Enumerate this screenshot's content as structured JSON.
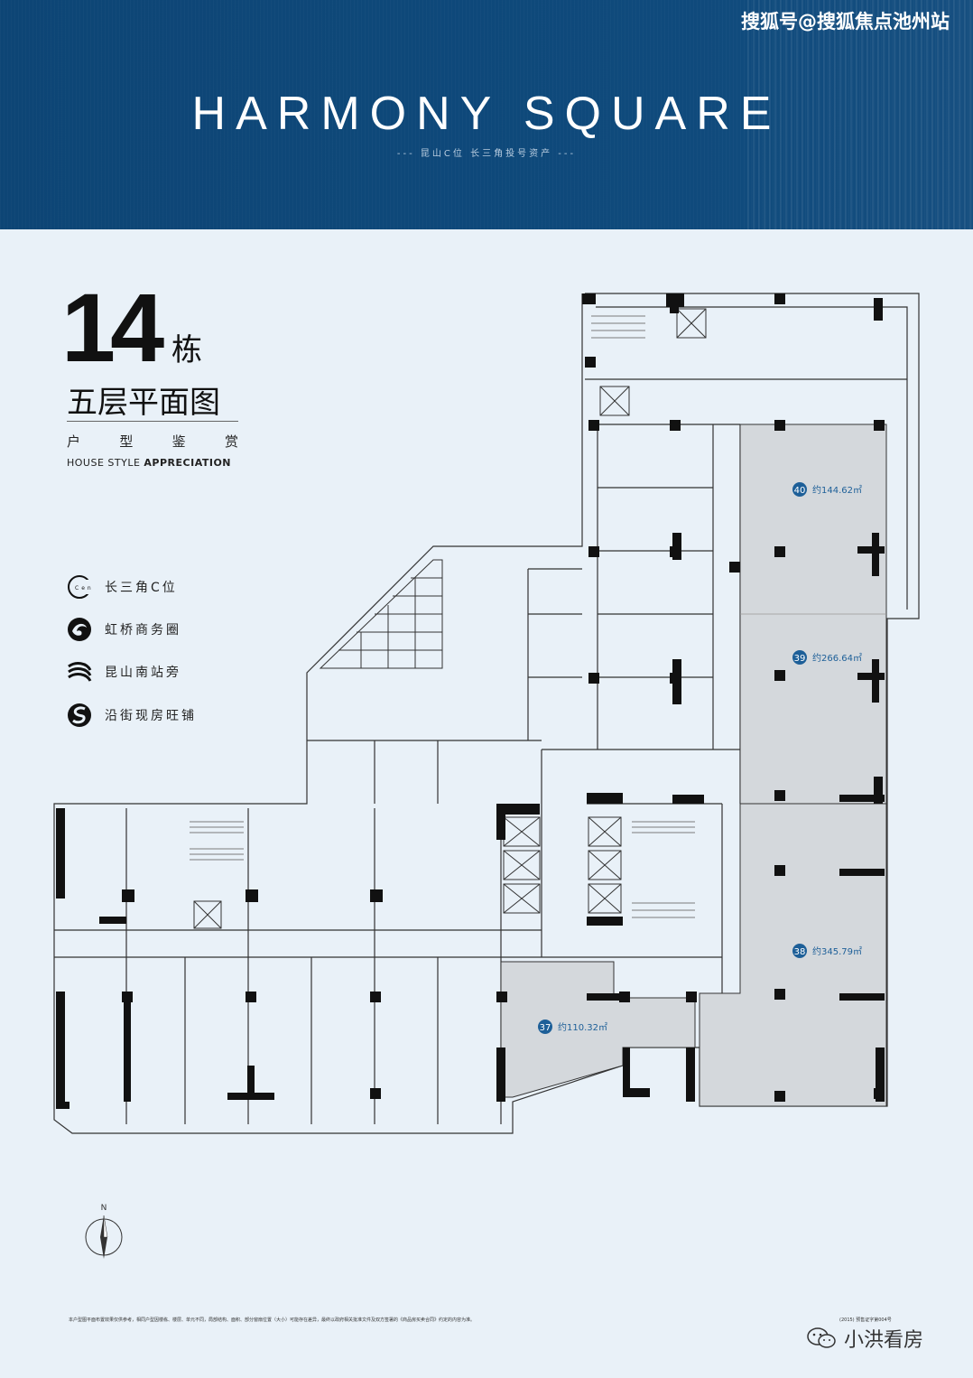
{
  "header": {
    "watermark": "搜狐号@搜狐焦点池州站",
    "brand": "HARMONY SQUARE",
    "tagline": "--- 昆山C位  长三角投号资产 ---"
  },
  "title": {
    "building_number": "14",
    "building_suffix": "栋",
    "floor": "五层平面图",
    "sub_cn": [
      "户",
      "型",
      "鉴",
      "赏"
    ],
    "sub_en_prefix": "HOUSE STYLE ",
    "sub_en_bold": "APPRECIATION"
  },
  "features": [
    {
      "icon": "center-icon",
      "label": "长三角C位"
    },
    {
      "icon": "hongqiao-icon",
      "label": "虹桥商务圈"
    },
    {
      "icon": "station-icon",
      "label": "昆山南站旁"
    },
    {
      "icon": "shop-icon",
      "label": "沿街现房旺铺"
    }
  ],
  "units": [
    {
      "no": "40",
      "area": "约144.62㎡"
    },
    {
      "no": "39",
      "area": "约266.64㎡"
    },
    {
      "no": "38",
      "area": "约345.79㎡"
    },
    {
      "no": "37",
      "area": "约110.32㎡"
    }
  ],
  "compass": {
    "north": "N"
  },
  "footer": {
    "note": "本户型图平面布置效果仅供参考，相同户型因楼栋、楼层、单元不同，局部结构、面积、部分窗扇位置（大小）可能存在差异，最终以政府相关批准文件及双方签署的《商品房买卖合同》约定的内容为准。",
    "license": "(2015) 预售证字第004号",
    "brand": "小洪看房"
  },
  "colors": {
    "header": "#0f4a7c",
    "background": "#e9f1f8",
    "unit_fill": "#d4d8dc",
    "unit_badge": "#1d5f98"
  }
}
